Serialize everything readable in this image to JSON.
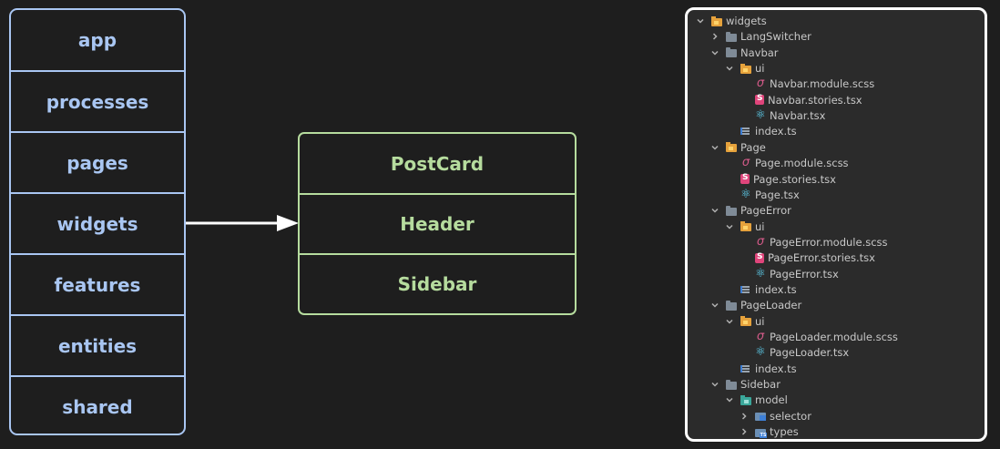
{
  "layers": [
    "app",
    "processes",
    "pages",
    "widgets",
    "features",
    "entities",
    "shared"
  ],
  "widgets": [
    "PostCard",
    "Header",
    "Sidebar"
  ],
  "tree": [
    {
      "name": "widgets",
      "depth": 0,
      "chevron": "down",
      "icon": "package-folder"
    },
    {
      "name": "LangSwitcher",
      "depth": 1,
      "chevron": "right",
      "icon": "folder"
    },
    {
      "name": "Navbar",
      "depth": 1,
      "chevron": "down",
      "icon": "folder"
    },
    {
      "name": "ui",
      "depth": 2,
      "chevron": "down",
      "icon": "package-folder"
    },
    {
      "name": "Navbar.module.scss",
      "depth": 3,
      "chevron": "none",
      "icon": "scss"
    },
    {
      "name": "Navbar.stories.tsx",
      "depth": 3,
      "chevron": "none",
      "icon": "storybook"
    },
    {
      "name": "Navbar.tsx",
      "depth": 3,
      "chevron": "none",
      "icon": "react"
    },
    {
      "name": "index.ts",
      "depth": 2,
      "chevron": "none",
      "icon": "index"
    },
    {
      "name": "Page",
      "depth": 1,
      "chevron": "down",
      "icon": "package-folder"
    },
    {
      "name": "Page.module.scss",
      "depth": 2,
      "chevron": "none",
      "icon": "scss"
    },
    {
      "name": "Page.stories.tsx",
      "depth": 2,
      "chevron": "none",
      "icon": "storybook"
    },
    {
      "name": "Page.tsx",
      "depth": 2,
      "chevron": "none",
      "icon": "react"
    },
    {
      "name": "PageError",
      "depth": 1,
      "chevron": "down",
      "icon": "folder"
    },
    {
      "name": "ui",
      "depth": 2,
      "chevron": "down",
      "icon": "package-folder"
    },
    {
      "name": "PageError.module.scss",
      "depth": 3,
      "chevron": "none",
      "icon": "scss"
    },
    {
      "name": "PageError.stories.tsx",
      "depth": 3,
      "chevron": "none",
      "icon": "storybook"
    },
    {
      "name": "PageError.tsx",
      "depth": 3,
      "chevron": "none",
      "icon": "react"
    },
    {
      "name": "index.ts",
      "depth": 2,
      "chevron": "none",
      "icon": "index"
    },
    {
      "name": "PageLoader",
      "depth": 1,
      "chevron": "down",
      "icon": "folder"
    },
    {
      "name": "ui",
      "depth": 2,
      "chevron": "down",
      "icon": "package-folder"
    },
    {
      "name": "PageLoader.module.scss",
      "depth": 3,
      "chevron": "none",
      "icon": "scss"
    },
    {
      "name": "PageLoader.tsx",
      "depth": 3,
      "chevron": "none",
      "icon": "react"
    },
    {
      "name": "index.ts",
      "depth": 2,
      "chevron": "none",
      "icon": "index"
    },
    {
      "name": "Sidebar",
      "depth": 1,
      "chevron": "down",
      "icon": "folder"
    },
    {
      "name": "model",
      "depth": 2,
      "chevron": "down",
      "icon": "model-folder"
    },
    {
      "name": "selector",
      "depth": 3,
      "chevron": "right",
      "icon": "blue-folder"
    },
    {
      "name": "types",
      "depth": 3,
      "chevron": "right",
      "icon": "ts-folder"
    }
  ],
  "colors": {
    "layer": "#a9c6f2",
    "widget": "#b6dc9e",
    "background": "#1e1e1e",
    "tree_bg": "#2b2b2b"
  }
}
